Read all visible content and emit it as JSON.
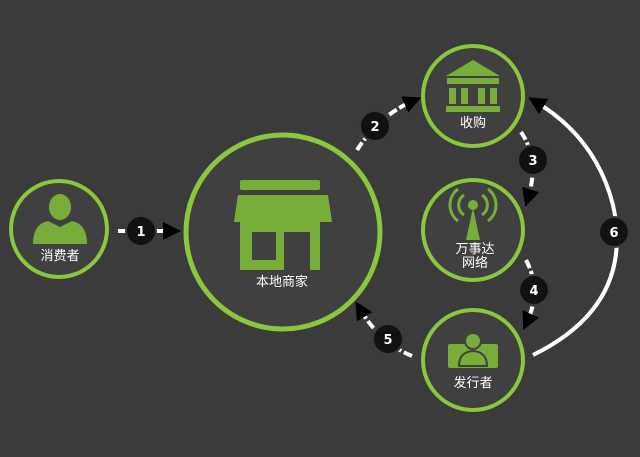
{
  "nodes": {
    "consumer": {
      "label": "消费者"
    },
    "merchant": {
      "label": "本地商家"
    },
    "acquirer": {
      "label": "收购"
    },
    "network": {
      "label_line1": "万事达",
      "label_line2": "网络"
    },
    "issuer": {
      "label": "发行者"
    }
  },
  "steps": [
    "1",
    "2",
    "3",
    "4",
    "5",
    "6"
  ],
  "colors": {
    "background": "#3b3b3b",
    "node_ring": "#8cc63f",
    "node_fill": "#404040",
    "icon": "#79ad3a",
    "arrow": "#ffffff",
    "badge": "#111111"
  },
  "icons": {
    "consumer": "person-icon",
    "merchant": "storefront-icon",
    "acquirer": "bank-icon",
    "network": "antenna-icon",
    "issuer": "card-person-icon"
  }
}
